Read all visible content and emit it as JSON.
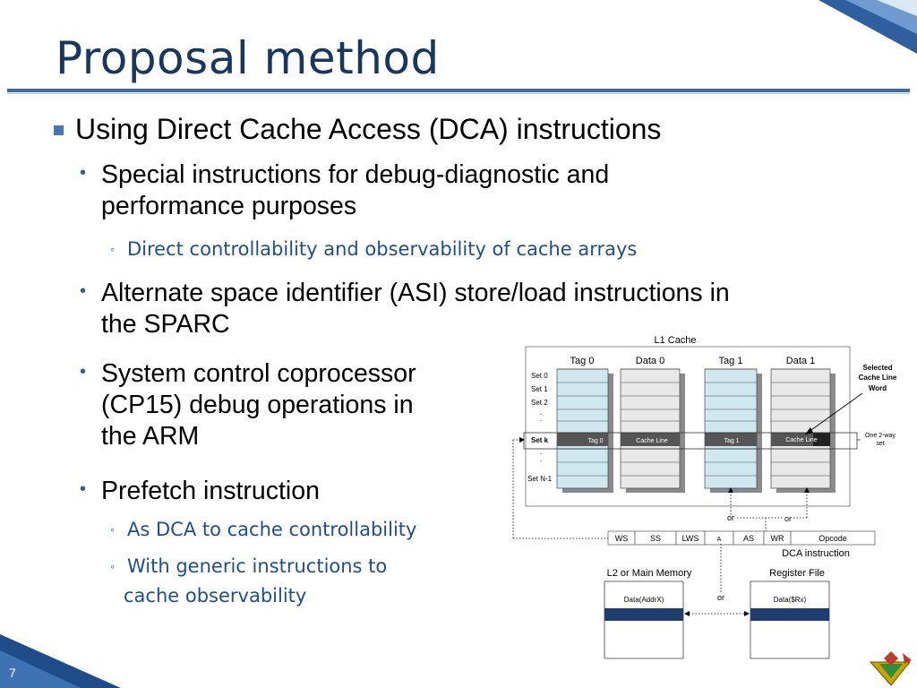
{
  "slide": {
    "title": "Proposal method",
    "number": "7",
    "bullets": [
      {
        "text": "Using Direct Cache Access (DCA) instructions"
      },
      {
        "text_lines": [
          "Special instructions for debug-diagnostic and",
          "performance purposes"
        ]
      },
      {
        "text": "Direct controllability and observability of cache arrays"
      },
      {
        "text_lines": [
          "Alternate space identifier (ASI) store/load instructions in",
          "the SPARC"
        ]
      },
      {
        "text_lines": [
          "System control coprocessor",
          "(CP15) debug operations in",
          "the ARM"
        ]
      },
      {
        "text": "Prefetch instruction"
      },
      {
        "text": "As DCA to cache controllability"
      },
      {
        "text_lines": [
          "With generic instructions to",
          "cache observability"
        ]
      }
    ]
  },
  "diagram": {
    "l1_title": "L1 Cache",
    "columns": [
      "Tag 0",
      "Data 0",
      "Tag 1",
      "Data 1"
    ],
    "sets": [
      "Set 0",
      "Set 1",
      "Set 2",
      "Set k",
      "Set N-1"
    ],
    "row_labels": {
      "tag0": "Tag 0",
      "data0": "Cache Line",
      "tag1": "Tag 1",
      "data1": "Cache Line"
    },
    "selected_word": [
      "Selected",
      "Cache Line",
      "Word"
    ],
    "one_way_set": [
      "One 2-way",
      "set"
    ],
    "or": "or",
    "instruction_fields": [
      "WS",
      "SS",
      "LWS",
      "A",
      "AS",
      "WR",
      "Opcode"
    ],
    "dca_label": "DCA instruction",
    "l2_title": "L2 or Main Memory",
    "l2_data": "Data(AddrX)",
    "rf_title": "Register File",
    "rf_data": "Data($Rx)"
  },
  "colors": {
    "title": "#17375e",
    "accent": "#4677b3",
    "sub_bullet": "#1f4f88",
    "band": "#1f3d6e"
  }
}
